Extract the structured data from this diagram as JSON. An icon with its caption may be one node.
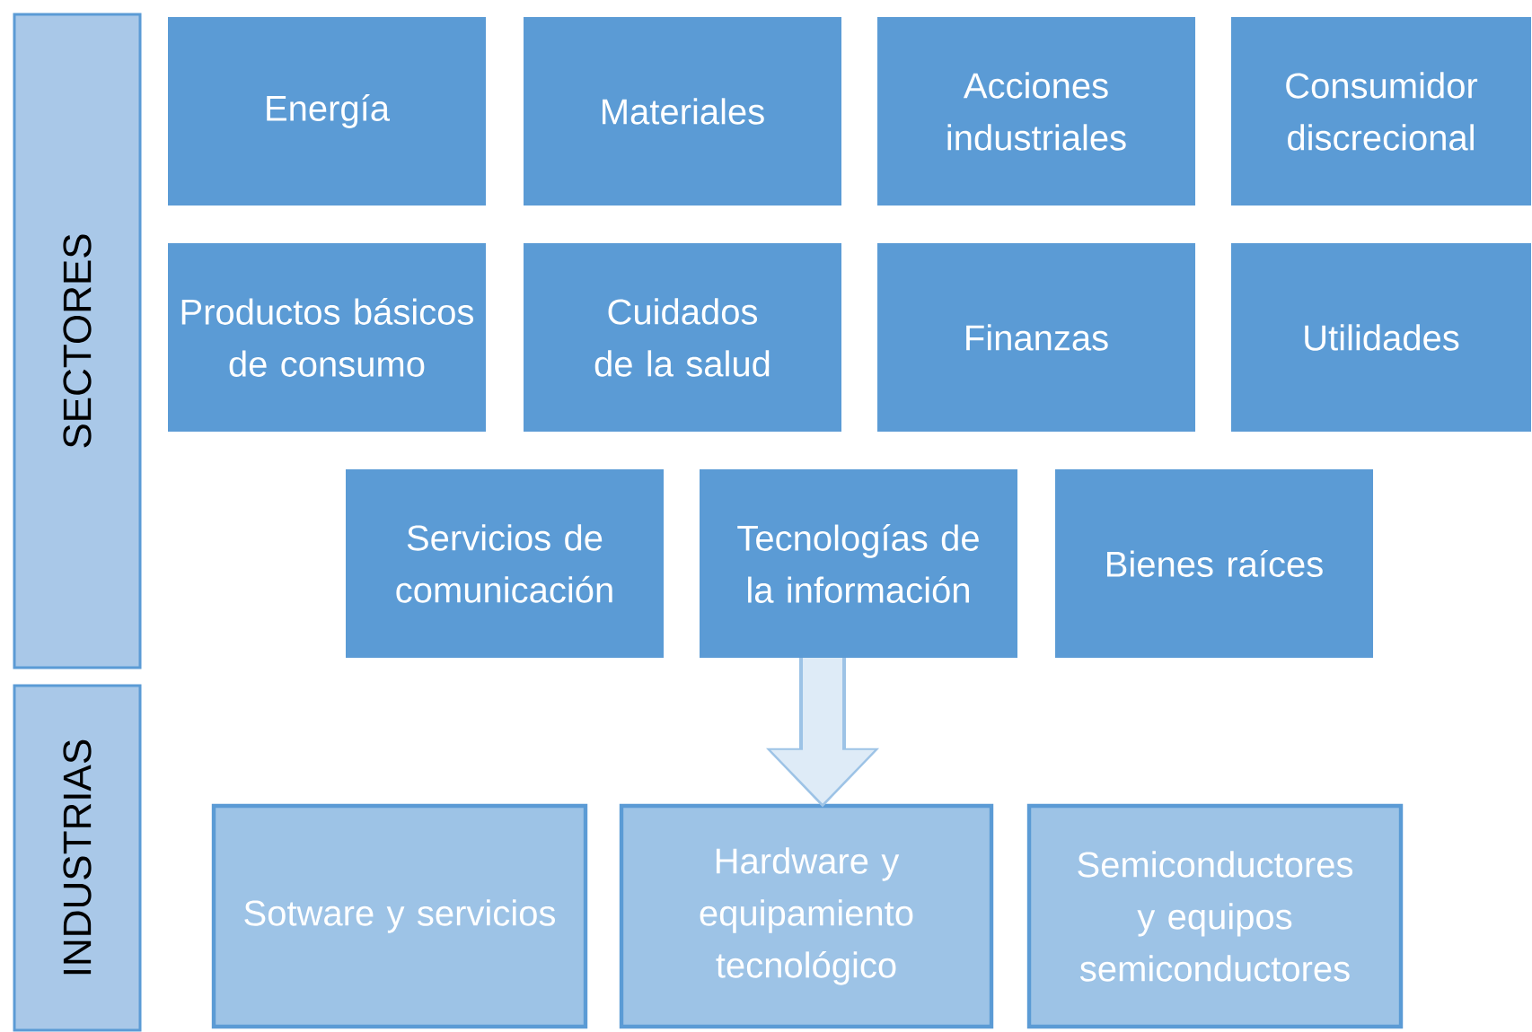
{
  "diagram": {
    "nodes": [
      {
        "text": [
          "SECTORES"
        ]
      },
      {
        "text": [
          "Energía"
        ]
      },
      {
        "text": [
          "Materiales"
        ]
      },
      {
        "text": [
          "Acciones industriales"
        ]
      },
      {
        "text": [
          "Consumidor discrecional"
        ]
      },
      {
        "text": [
          "Productos básicos de consumo"
        ]
      },
      {
        "text": [
          "Cuidados de la salud"
        ]
      },
      {
        "text": [
          "Finanzas"
        ]
      },
      {
        "text": [
          "Utilidades"
        ]
      },
      {
        "text": [
          "Servicios de comunicación"
        ]
      },
      {
        "text": [
          "Tecnologías de la información"
        ]
      },
      {
        "text": [
          "Bienes raíces"
        ]
      },
      {
        "text": [
          "INDUSTRIAS"
        ]
      },
      {
        "text": [
          "Sotware y servicios"
        ]
      },
      {
        "text": [
          "Hardware y equipamiento tecnológico"
        ]
      },
      {
        "text": [
          "Semiconductores y equipos semiconductores"
        ]
      }
    ],
    "edges": [
      {
        "from": 10,
        "to": 14,
        "arrow": "to"
      }
    ]
  }
}
